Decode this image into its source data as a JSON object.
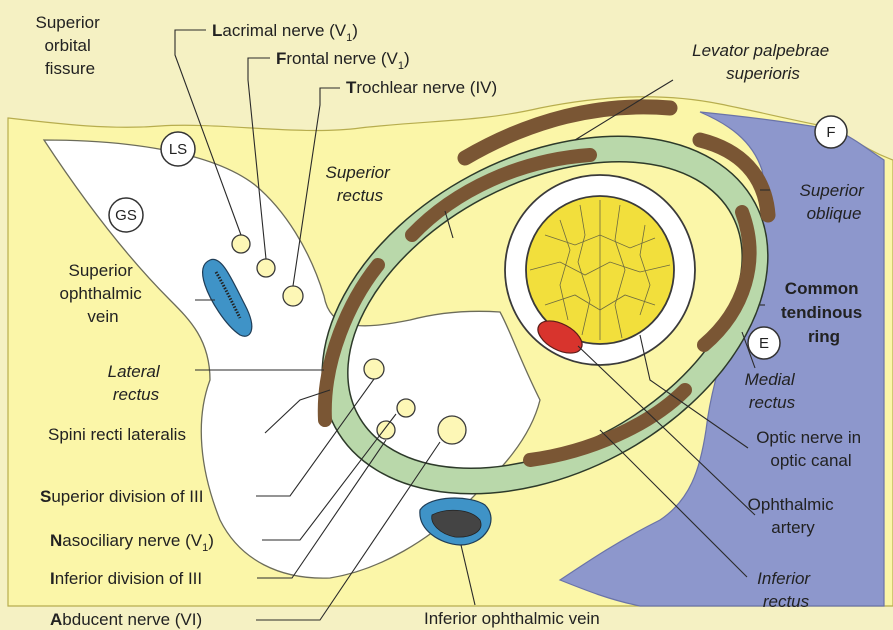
{
  "colors": {
    "background": "#f5f1c3",
    "bone": "#fbf6a8",
    "sinus": "#8d97cc",
    "muscle": "#7a5634",
    "ring_band": "#b9d8aa",
    "nerve_fill": "#fdf7b6",
    "optic_nerve": "#f2df3c",
    "artery": "#d8342d",
    "vein": "#3f93c7"
  },
  "labels": {
    "superior_orbital_fissure": [
      "Superior",
      "orbital",
      "fissure"
    ],
    "lacrimal": {
      "first": "L",
      "rest": "acrimal nerve (V",
      "sub": "1",
      "close": ")"
    },
    "frontal": {
      "first": "F",
      "rest": "rontal nerve (V",
      "sub": "1",
      "close": ")"
    },
    "trochlear": {
      "first": "T",
      "rest": "rochlear nerve (IV)"
    },
    "levator": [
      "Levator palpebrae",
      "superioris"
    ],
    "superior_rectus": [
      "Superior",
      "rectus"
    ],
    "superior_oblique": [
      "Superior",
      "oblique"
    ],
    "superior_ophthalmic_vein": [
      "Superior",
      "ophthalmic",
      "vein"
    ],
    "common_tendinous_ring": [
      "Common",
      "tendinous",
      "ring"
    ],
    "lateral_rectus": [
      "Lateral",
      "rectus"
    ],
    "medial_rectus": [
      "Medial",
      "rectus"
    ],
    "spini_recti_lateralis": "Spini recti lateralis",
    "optic_nerve": [
      "Optic nerve in",
      "optic canal"
    ],
    "superior_division": {
      "first": "S",
      "rest": "uperior division of III"
    },
    "ophthalmic_artery": [
      "Ophthalmic",
      "artery"
    ],
    "nasociliary": {
      "first": "N",
      "rest": "asociliary nerve (V",
      "sub": "1",
      "close": ")"
    },
    "inferior_division": {
      "first": "I",
      "rest": "nferior division of III"
    },
    "inferior_rectus": [
      "Inferior",
      "rectus"
    ],
    "abducent": {
      "first": "A",
      "rest": "bducent nerve (VI)"
    },
    "inferior_ophthalmic_vein": "Inferior ophthalmic vein"
  },
  "markers": {
    "F": "F",
    "LS": "LS",
    "GS": "GS",
    "E": "E"
  }
}
